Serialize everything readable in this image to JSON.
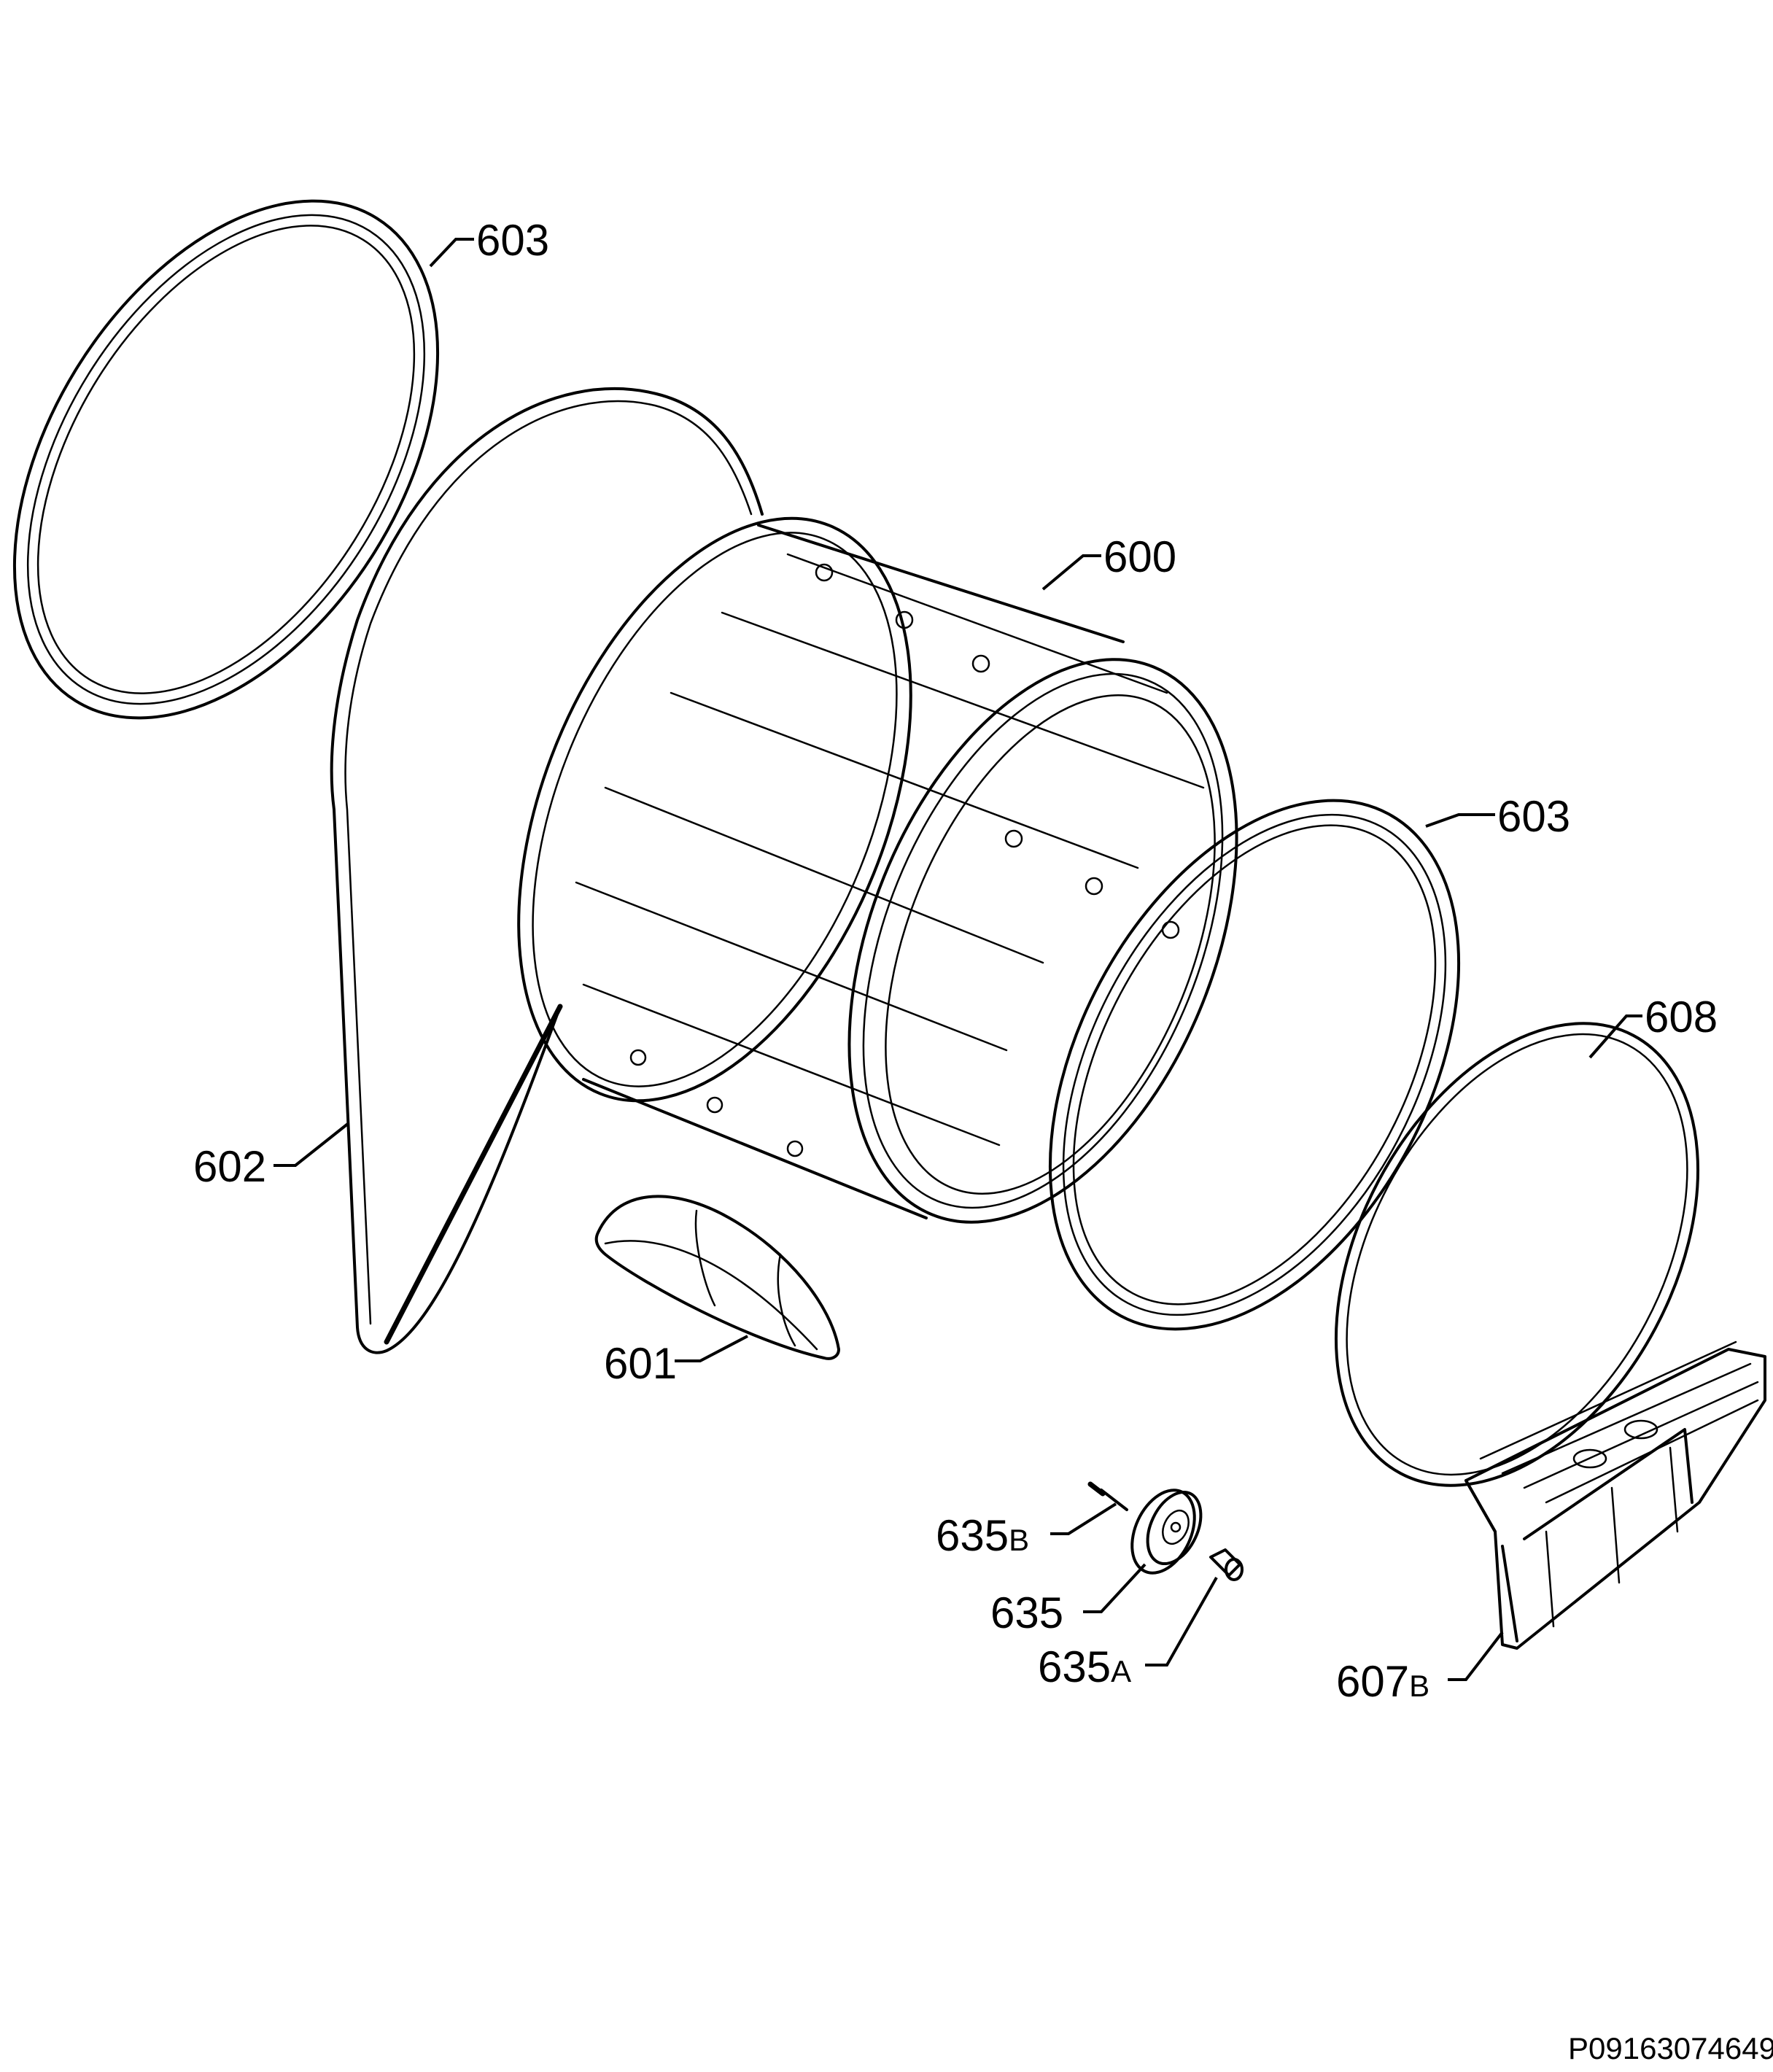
{
  "callouts": {
    "c603_top": "603",
    "c600": "600",
    "c603_right": "603",
    "c608": "608",
    "c602": "602",
    "c601": "601",
    "c635b_num": "635",
    "c635b_suffix": "B",
    "c635": "635",
    "c635a_num": "635",
    "c635a_suffix": "A",
    "c607b_num": "607",
    "c607b_suffix": "B"
  },
  "drawing_code": "P09163074649"
}
